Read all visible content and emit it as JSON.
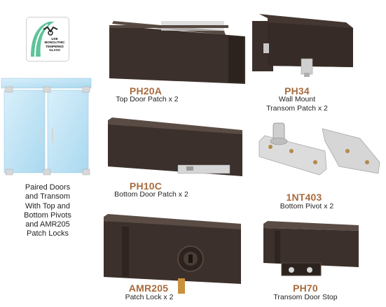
{
  "badge": {
    "lines": [
      "USE",
      "MONOLITHIC",
      "TEMPERED",
      "GLASS"
    ]
  },
  "kit_description": {
    "lines": [
      "Paired Doors",
      "and Transom",
      "With Top and",
      "Bottom Pivots",
      "and AMR205",
      "Patch Locks"
    ]
  },
  "products": [
    {
      "code": "PH20A",
      "desc": "Top Door Patch  x 2"
    },
    {
      "code": "PH34",
      "desc": "Wall Mount",
      "desc2": "Transom Patch x 2"
    },
    {
      "code": "PH10C",
      "desc": "Bottom Door Patch x 2"
    },
    {
      "code": "1NT403",
      "desc": "Bottom Pivot x 2"
    },
    {
      "code": "AMR205",
      "desc": "Patch Lock  x 2"
    },
    {
      "code": "PH70",
      "desc": "Transom Door Stop"
    }
  ],
  "colors": {
    "bronze": "#3a2f2a",
    "label_brown": "#a86a3c",
    "glass": "#bfe3f5",
    "badge_green": "#3aa37a"
  }
}
